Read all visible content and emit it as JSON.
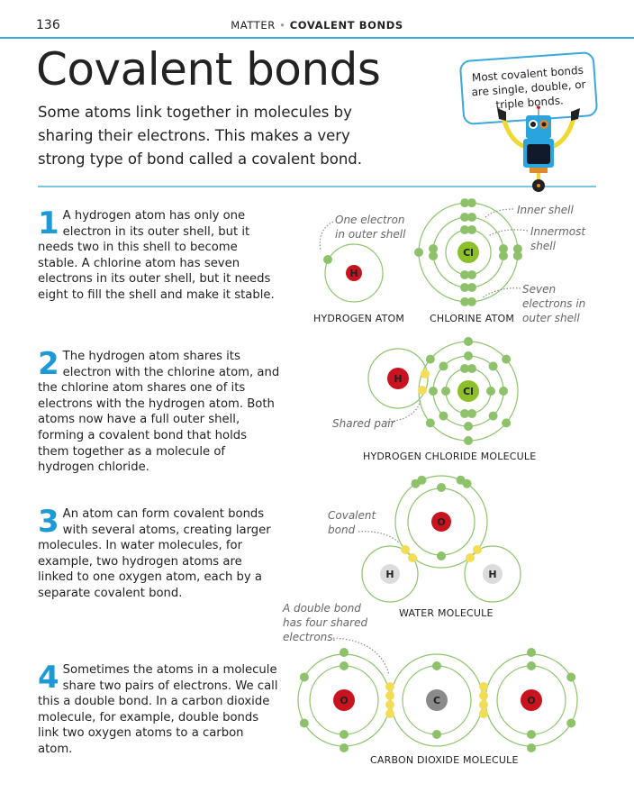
{
  "header": {
    "page_number": "136",
    "section": "MATTER",
    "separator": "•",
    "topic": "COVALENT BONDS"
  },
  "title": "Covalent bonds",
  "intro": "Some atoms link together in molecules by sharing their electrons. This makes a very strong type of bond called a covalent bond.",
  "speech_bubble": "Most covalent bonds are single, double, or triple bonds.",
  "sections": [
    {
      "number": "1",
      "text": "A hydrogen atom has only one electron in its outer shell, but it needs two in this shell to become stable. A chlorine atom has seven electrons in its outer shell, but it needs eight to fill the shell and make it stable."
    },
    {
      "number": "2",
      "text": "The hydrogen atom shares its electron with the chlorine atom, and the chlorine atom shares one of its electrons with the hydrogen atom. Both atoms now have a full outer shell, forming a covalent bond that holds them together as a molecule of hydrogen chloride."
    },
    {
      "number": "3",
      "text": "An atom can form covalent bonds with several atoms, creating larger molecules. In water molecules, for example, two hydrogen atoms are linked to one oxygen atom, each by a separate covalent bond."
    },
    {
      "number": "4",
      "text": "Sometimes the atoms in a molecule share two pairs of electrons. We call this a double bond. In a carbon dioxide molecule, for example, double bonds link two oxygen atoms to a carbon atom."
    }
  ],
  "diagrams": {
    "hydrogen_atom": {
      "caption": "HYDROGEN ATOM",
      "symbol": "H",
      "note": "One electron in outer shell"
    },
    "chlorine_atom": {
      "caption": "CHLORINE ATOM",
      "symbol": "Cl",
      "note_inner": "Inner shell",
      "note_innermost": "Innermost shell",
      "note_outer": "Seven electrons in outer shell"
    },
    "hcl": {
      "caption": "HYDROGEN CHLORIDE MOLECULE",
      "h": "H",
      "cl": "Cl",
      "note": "Shared pair"
    },
    "water": {
      "caption": "WATER MOLECULE",
      "o": "O",
      "h": "H",
      "note": "Covalent bond"
    },
    "co2": {
      "caption": "CARBON DIOXIDE MOLECULE",
      "o": "O",
      "c": "C",
      "note": "A double bond has four shared electrons."
    }
  },
  "colors": {
    "accent": "#1d9ad6",
    "shell": "#8cc46a",
    "electron": "#8dc26b",
    "shared": "#f2dd55",
    "hydrogen_h2o": "#dcdcdc",
    "oxygen": "#c8141e",
    "chlorine": "#8cbf2a",
    "carbon": "#8a8a8a"
  }
}
